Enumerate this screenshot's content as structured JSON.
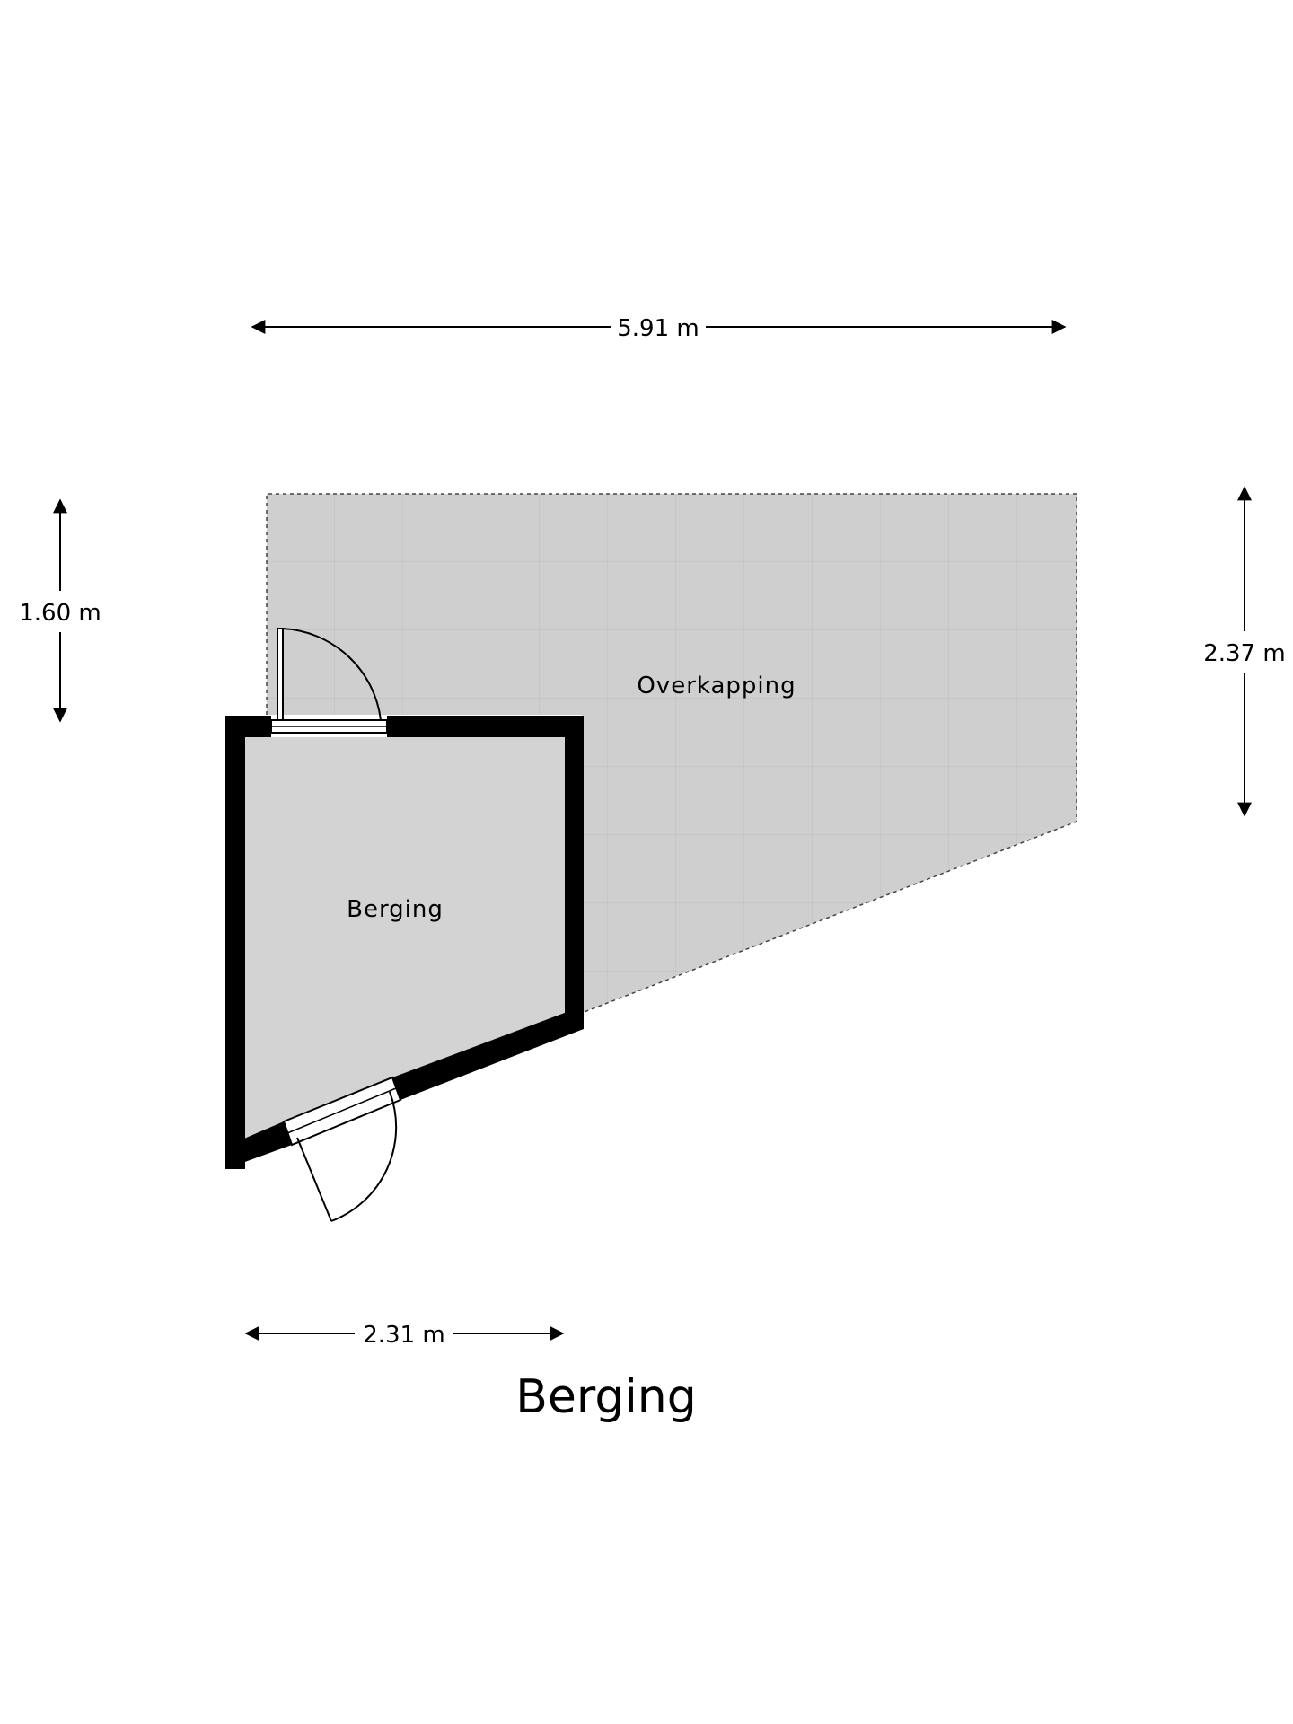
{
  "dimensions": {
    "top_width": "5.91 m",
    "left_height": "1.60 m",
    "right_height": "2.37 m",
    "bottom_width": "2.31 m"
  },
  "rooms": {
    "overkapping": "Overkapping",
    "berging": "Berging"
  },
  "title": "Berging",
  "colors": {
    "wall": "#000000",
    "room_fill": "#d3d3d3",
    "canopy_fill": "#cfcfcf",
    "tile_line": "#c4c4c4"
  }
}
